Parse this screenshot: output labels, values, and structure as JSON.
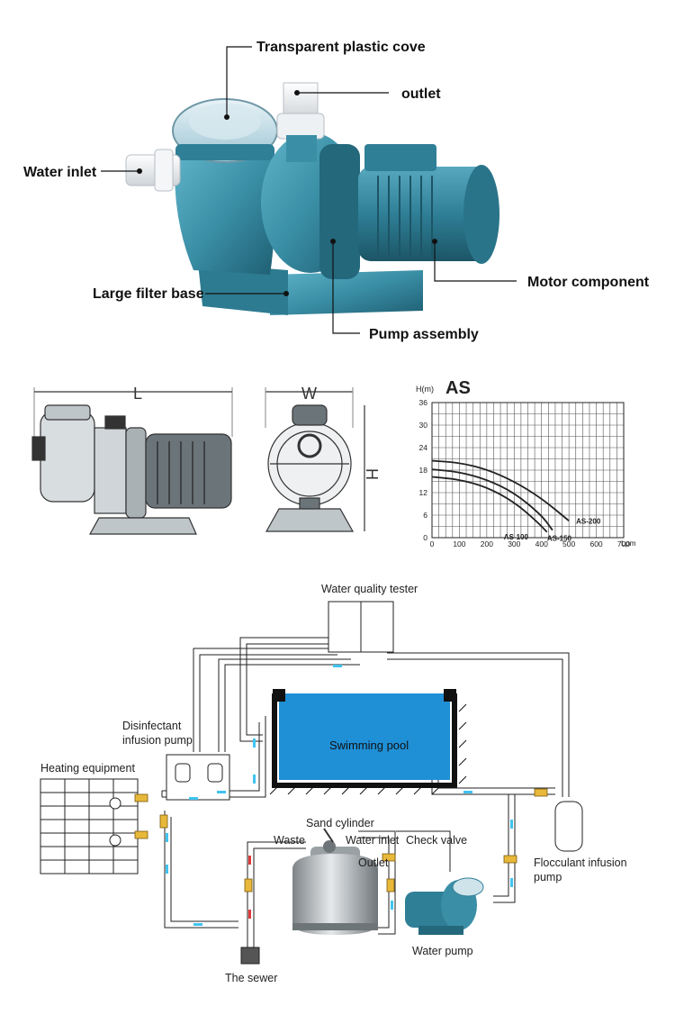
{
  "photo": {
    "callouts": {
      "cover": "Transparent plastic cove",
      "outlet": "outlet",
      "inlet": "Water inlet",
      "motor": "Motor component",
      "base": "Large filter base",
      "pump": "Pump assembly"
    },
    "colors": {
      "pump_body": "#3a8fa6",
      "motor_body": "#2f7f97",
      "pipe": "#e9ecef"
    }
  },
  "dimensions": {
    "length_label": "L",
    "width_label": "W",
    "height_label": "H"
  },
  "chart_data": {
    "type": "line",
    "title": "AS",
    "ylabel": "H(m)",
    "xlabel": "Lpm",
    "xlim": [
      0,
      700
    ],
    "ylim": [
      0,
      36
    ],
    "xticks": [
      0,
      100,
      200,
      300,
      400,
      500,
      600,
      700
    ],
    "yticks": [
      0,
      6,
      12,
      18,
      24,
      30,
      36
    ],
    "grid": true,
    "series": [
      {
        "name": "AS-200",
        "x": [
          0,
          100,
          200,
          300,
          400,
          500
        ],
        "y": [
          20.5,
          20,
          18.2,
          15,
          10.5,
          4.5
        ]
      },
      {
        "name": "AS-150",
        "x": [
          0,
          100,
          200,
          300,
          400,
          440
        ],
        "y": [
          18.2,
          17.5,
          15.5,
          12,
          6,
          2
        ]
      },
      {
        "name": "AS-100",
        "x": [
          0,
          100,
          200,
          300,
          380,
          420
        ],
        "y": [
          16.2,
          15.5,
          13.5,
          9.5,
          4.5,
          1.5
        ]
      }
    ]
  },
  "system": {
    "labels": {
      "tester": "Water quality tester",
      "disinfectant": "Disinfectant\ninfusion pump",
      "heating": "Heating equipment",
      "pool": "Swimming pool",
      "sand": "Sand cylinder",
      "waste": "Waste",
      "water_inlet": "Water inlet",
      "check_valve": "Check valve",
      "outlet": "Outlet",
      "flocculant": "Flocculant infusion\npump",
      "water_pump": "Water pump",
      "sewer": "The sewer"
    },
    "colors": {
      "pool": "#1f8fd6",
      "flow_arrow": "#40c4f0",
      "return_arrow": "#e03a3a",
      "valve": "#e8b83a"
    }
  }
}
